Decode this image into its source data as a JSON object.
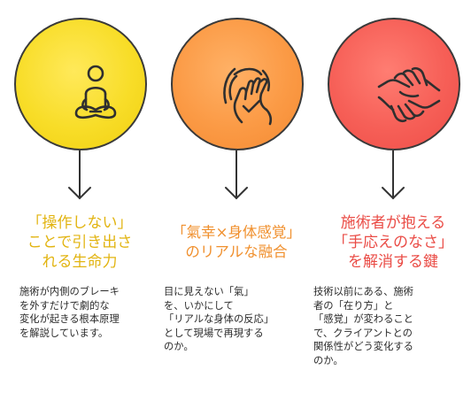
{
  "columns": [
    {
      "icon": "meditation-person-icon",
      "color": "#f8dd28",
      "title_lines": [
        "「操作しない」",
        "ことで引き出さ",
        "れる生命力"
      ],
      "desc_lines": [
        "施術が内側のブレーキ",
        "を外すだけで劇的な",
        "変化が起きる根本原理",
        "を解説しています。"
      ]
    },
    {
      "icon": "energy-hand-icon",
      "color": "#fb9a45",
      "title_lines": [
        "「氣幸×身体感覚」",
        "のリアルな融合"
      ],
      "desc_lines": [
        "目に見えない「氣」",
        "を、いかにして",
        "「リアルな身体の反応」",
        "として現場で再現する",
        "のか。"
      ]
    },
    {
      "icon": "interlocking-hands-icon",
      "color": "#f65f57",
      "title_lines": [
        "施術者が抱える",
        "「手応えのなさ」",
        "を解消する鍵"
      ],
      "desc_lines": [
        "技術以前にある、施術",
        "者の「在り方」と",
        "「感覚」が変わること",
        "で、クライアントとの",
        "関係性がどう変化する",
        "のか。"
      ]
    }
  ]
}
